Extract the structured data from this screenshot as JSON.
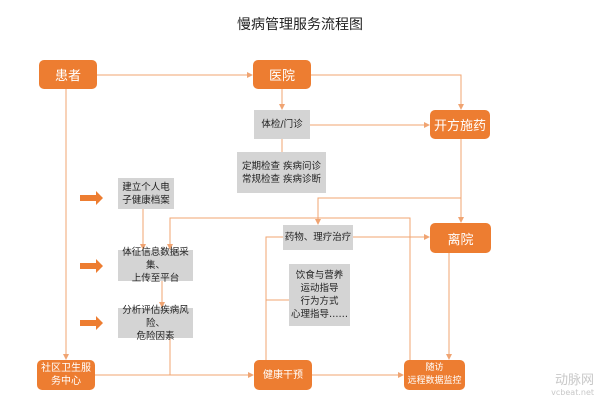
{
  "title": "慢病管理服务流程图",
  "colors": {
    "accent": "#ed7d31",
    "box_grey": "#d4d4d4",
    "line": "#f0a472"
  },
  "nodes": {
    "patient": "患者",
    "hospital": "医院",
    "exam": "体检/门诊",
    "prescribe": "开方施药",
    "checks": "定期检查  疾病问诊\n常规检查  疾病诊断",
    "record": "建立个人电\n子健康档案",
    "discharge": "离院",
    "treatment": "药物、理疗治疗",
    "collect": "体征信息数据采集、\n上传至平台",
    "lifestyle": "饮食与营养\n运动指导\n行为方式\n心理指导……",
    "analyze": "分析评估疾病风险、\n危险因素",
    "community": "社区卫生服\n务中心",
    "intervention": "健康干预",
    "followup": "随访\n远程数据监控"
  },
  "watermark": {
    "name": "动脉网",
    "url": "vcbeat.net"
  }
}
